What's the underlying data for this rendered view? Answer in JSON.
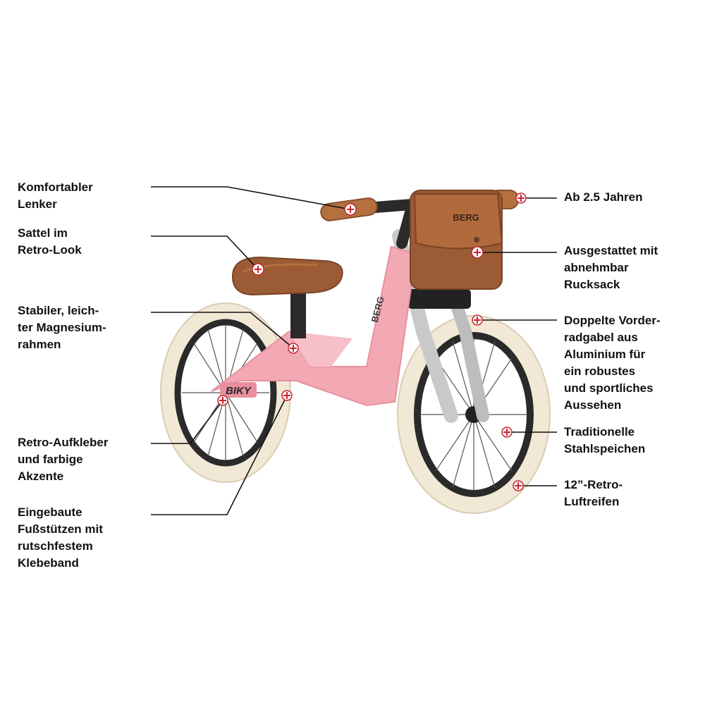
{
  "colors": {
    "frame": "#f2a9b4",
    "frame_shade": "#e88f9e",
    "leather": "#9b5b34",
    "leather_light": "#b5703f",
    "tire": "#f1e8d6",
    "rim": "#2a2a2a",
    "fork": "#c9c9c9",
    "marker": "#c7252f",
    "text": "#111111"
  },
  "bike": {
    "model_decal": "BIKY",
    "brand_decal": "BERG",
    "bag_logo": "BERG"
  },
  "features": {
    "lenker": [
      "Komfortabler",
      "Lenker"
    ],
    "sattel": [
      "Sattel im",
      "Retro-Look"
    ],
    "rahmen": [
      "Stabiler, leich-",
      "ter Magnesium-",
      "rahmen"
    ],
    "aufkleber": [
      "Retro-Aufkleber",
      "und farbige",
      "Akzente"
    ],
    "fussstuetzen": [
      "Eingebaute",
      "Fußstützen mit",
      "rutschfestem",
      "Klebeband"
    ],
    "alter": [
      "Ab 2.5 Jahren"
    ],
    "rucksack": [
      "Ausgestattet mit",
      "abnehmbar",
      "Rucksack"
    ],
    "gabel": [
      "Doppelte Vorder-",
      "radgabel aus",
      "Aluminium für",
      "ein robustes",
      "und sportliches",
      "Aussehen"
    ],
    "speichen": [
      "Traditionelle",
      "Stahlspeichen"
    ],
    "reifen": [
      "12”-Retro-",
      "Luftreifen"
    ]
  }
}
